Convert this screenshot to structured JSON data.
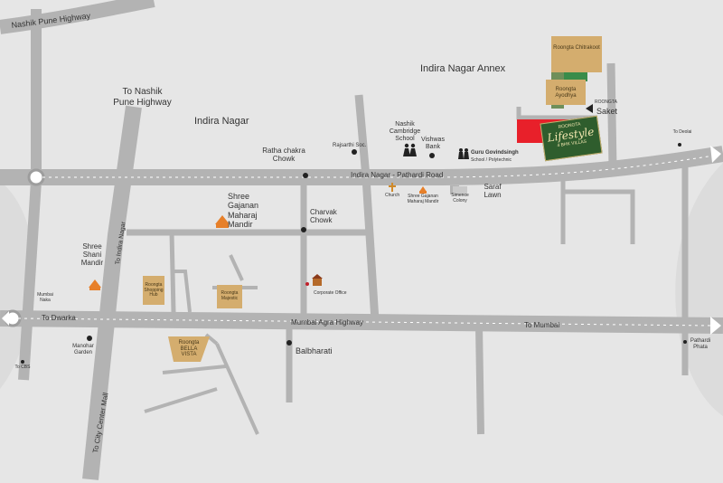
{
  "map": {
    "areas": {
      "indira_nagar": "Indira Nagar",
      "indira_nagar_annex": "Indira Nagar Annex"
    },
    "roads": {
      "nashik_pune_highway": "Nashik Pune Highway",
      "to_nashik_pune_highway": "To Nashik Pune Highway",
      "indira_nagar_pathardi_road": "Indira Nagar - Pathardi Road",
      "mumbai_agra_highway": "Mumbai Agra Highway",
      "to_dwarka": "To Dwarka",
      "to_mumbai": "To Mumbai",
      "to_indira_nagar": "To Indira Nagar",
      "to_city_center_mall": "To City Center Mall",
      "to_deolai": "To Deolai",
      "to_cbs": "To CBS",
      "pathardi_phata": "Pathardi Phata"
    },
    "landmarks": {
      "ratha_chakra_chowk": "Ratha chakra Chowk",
      "rajsarthi_soc": "Rajsarthi Soc.",
      "nashik_cambridge_school": "Nashik Cambridge School",
      "vishwas_bank": "Vishwas Bank",
      "guru_govindsingh": "Guru Govindsingh",
      "school_polytechnic": "School / Polytechnic",
      "church": "Church",
      "shree_gajanan_maharaj_mandir_small": "Shree Gajanan Maharaj Mandir",
      "simence_colony": "Simence Colony",
      "saraf_lawn": "Saraf Lawn",
      "shree_gajanan_maharaj_mandir": "Shree Gajanan Maharaj Mandir",
      "charvak_chowk": "Charvak Chowk",
      "shree_shani_mandir": "Shree Shani Mandir",
      "mumbai_naka": "Mumbai Naka",
      "corporate_office": "Corporate Office",
      "manohar_garden": "Manohar Garden",
      "balbharati": "Balbharati",
      "saket": "Saket",
      "roongta_small": "ROONGTA"
    },
    "projects": {
      "roongta_chitrakoot": "Roongta Chitrakoot",
      "roongta_ayodhya": "Roongta Ayodhya",
      "roongta_shopping_hub": "Roongta Shopping Hub",
      "roongta_majestic": "Roongta Majestic",
      "roongta_bella_vista": "Roongta BELLA VISTA"
    },
    "logo": {
      "script": "Lifestyle",
      "sub": "4 BHK VILLAS",
      "top": "ROONGTA"
    },
    "colors": {
      "road": "#b3b3b3",
      "background": "#e6e6e6",
      "project_tan": "#d4ad6e",
      "highlight_red": "#e8202a",
      "logo_green": "#2f5d2d"
    }
  }
}
